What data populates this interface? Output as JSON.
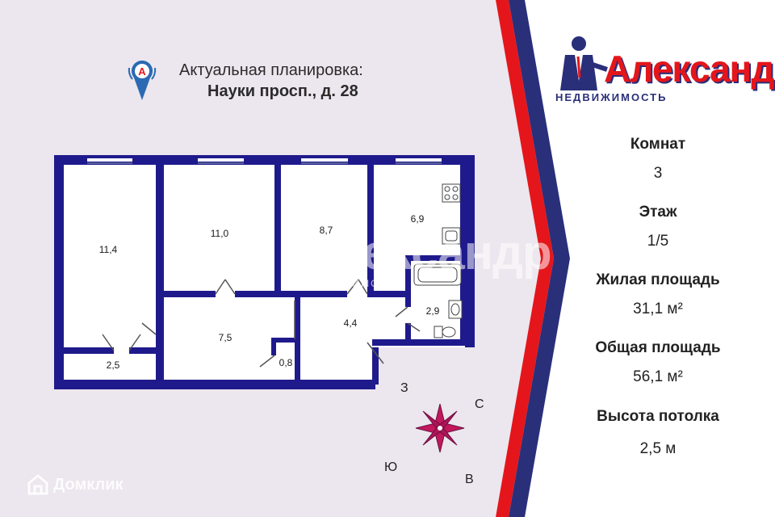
{
  "header": {
    "line1": "Актуальная планировка:",
    "line2": "Науки просп., д. 28"
  },
  "logo": {
    "name": "Александр",
    "subtitle": "НЕДВИЖИМОСТЬ"
  },
  "rooms": [
    {
      "id": "room-a",
      "area": "11,4"
    },
    {
      "id": "room-b",
      "area": "11,0"
    },
    {
      "id": "room-c",
      "area": "8,7"
    },
    {
      "id": "kitchen",
      "area": "6,9"
    },
    {
      "id": "bathroom",
      "area": "2,9"
    },
    {
      "id": "hall-right",
      "area": "4,4"
    },
    {
      "id": "corridor",
      "area": "7,5"
    },
    {
      "id": "closet",
      "area": "0,8"
    },
    {
      "id": "balcony",
      "area": "2,5"
    }
  ],
  "compass": {
    "west": "З",
    "north": "С",
    "south": "Ю",
    "east": "В"
  },
  "info": {
    "rooms_label": "Комнат",
    "rooms_value": "3",
    "floor_label": "Этаж",
    "floor_value": "1/5",
    "living_label": "Жилая площадь",
    "living_value": "31,1 м²",
    "total_label": "Общая площадь",
    "total_value": "56,1 м²",
    "ceiling_label": "Высота потолка",
    "ceiling_value": "2,5 м"
  },
  "footer": {
    "brand": "Домклик"
  },
  "colors": {
    "background": "#ece6ee",
    "wall": "#1f1a8c",
    "accent_red": "#e4161b",
    "accent_blue": "#2a2f7a"
  }
}
